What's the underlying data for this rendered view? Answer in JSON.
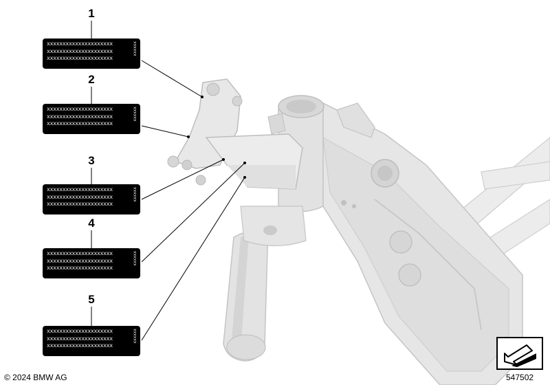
{
  "callouts": [
    {
      "number": "1",
      "lines": [
        "xxxxxxxxxxxxxxxxxxxxx",
        "xxxxxxxxxxxxxxxxxxxxx",
        "xxxxxxxxxxxxxxxxxxxxx"
      ],
      "side": "xxxxxx"
    },
    {
      "number": "2",
      "lines": [
        "xxxxxxxxxxxxxxxxxxxxx",
        "xxxxxxxxxxxxxxxxxxxxx",
        "xxxxxxxxxxxxxxxxxxxxx"
      ],
      "side": "xxxxxx"
    },
    {
      "number": "3",
      "lines": [
        "xxxxxxxxxxxxxxxxxxxxx",
        "xxxxxxxxxxxxxxxxxxxxx",
        "xxxxxxxxxxxxxxxxxxxxx"
      ],
      "side": "xxxxxx"
    },
    {
      "number": "4",
      "lines": [
        "xxxxxxxxxxxxxxxxxxxxx",
        "xxxxxxxxxxxxxxxxxxxxx",
        "xxxxxxxxxxxxxxxxxxxxx"
      ],
      "side": "xxxxxx"
    },
    {
      "number": "5",
      "lines": [
        "xxxxxxxxxxxxxxxxxxxxx",
        "xxxxxxxxxxxxxxxxxxxxx",
        "xxxxxxxxxxxxxxxxxxxxx"
      ],
      "side": "xxxxxx"
    }
  ],
  "footer": {
    "copyright": "© 2024 BMW AG",
    "diagram_id": "547502"
  },
  "nav_icon": "arrow-down-left-icon",
  "colors": {
    "part_fill": "#e4e4e4",
    "part_shade": "#cfcfcf",
    "part_edge": "#bdbdbd",
    "leader": "#000000",
    "label_bg": "#000000",
    "label_text": "#ffffff"
  }
}
